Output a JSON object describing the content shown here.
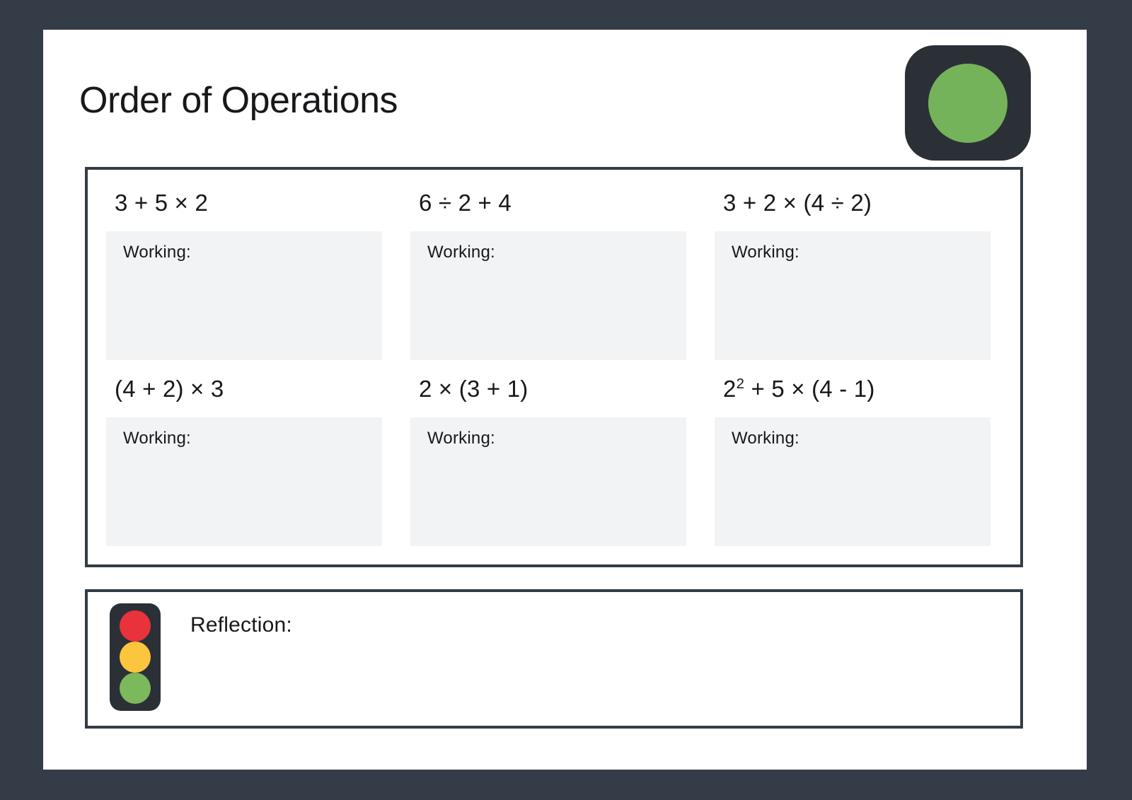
{
  "theme": {
    "background": "#343c47",
    "page_background": "#ffffff",
    "border": "#343c47",
    "text": "#17181a",
    "working_box": "#f2f3f5",
    "badge_background": "#2b3036",
    "badge_dot": "#75b35b",
    "light_red": "#e8323c",
    "light_amber": "#fbc53d",
    "light_green": "#7cb85c"
  },
  "header": {
    "title": "Order of Operations",
    "badge_icon": "green-circle-badge-icon"
  },
  "problems": {
    "working_label": "Working:",
    "items": [
      {
        "expression": "3 + 5 × 2",
        "base": "3 + 5 × 2",
        "exponent": "",
        "working_label": "Working:",
        "working_value": ""
      },
      {
        "expression": "6 ÷ 2 + 4",
        "base": "6 ÷ 2 + 4",
        "exponent": "",
        "working_label": "Working:",
        "working_value": ""
      },
      {
        "expression": "3 + 2 × (4 ÷ 2)",
        "base": "3 + 2 × (4 ÷ 2)",
        "exponent": "",
        "working_label": "Working:",
        "working_value": ""
      },
      {
        "expression": "(4 + 2) × 3",
        "base": "(4 + 2) × 3",
        "exponent": "",
        "working_label": "Working:",
        "working_value": ""
      },
      {
        "expression": "2 × (3 + 1)",
        "base": "2 × (3 + 1)",
        "exponent": "",
        "working_label": "Working:",
        "working_value": ""
      },
      {
        "expression": "2² + 5 × (4 - 1)",
        "base": "2",
        "exponent": "2",
        "suffix": " + 5 × (4 - 1)",
        "working_label": "Working:",
        "working_value": ""
      }
    ]
  },
  "reflection": {
    "label": "Reflection:",
    "value": "",
    "traffic_light_icon": "traffic-light-icon",
    "lights": [
      {
        "name": "red-light",
        "color": "#e8323c"
      },
      {
        "name": "amber-light",
        "color": "#fbc53d"
      },
      {
        "name": "green-light",
        "color": "#7cb85c"
      }
    ]
  }
}
